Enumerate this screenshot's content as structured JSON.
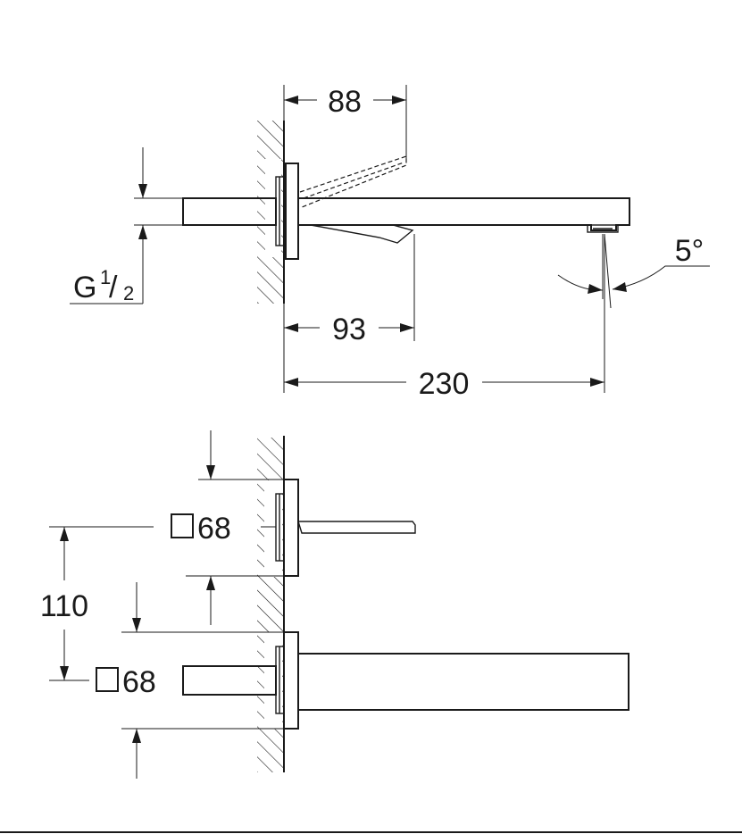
{
  "side_view": {
    "dim_handle_reach": "88",
    "dim_spout_base": "93",
    "dim_total_length": "230",
    "dim_angle": "5°",
    "thread": {
      "prefix": "G",
      "num": "1",
      "den": "2"
    }
  },
  "top_view": {
    "dim_spacing": "110",
    "upper_rosette": "68",
    "lower_rosette": "68"
  },
  "colors": {
    "line": "#1a1a1a",
    "background": "#ffffff"
  },
  "icons": {
    "square_symbol": "square-outline"
  }
}
